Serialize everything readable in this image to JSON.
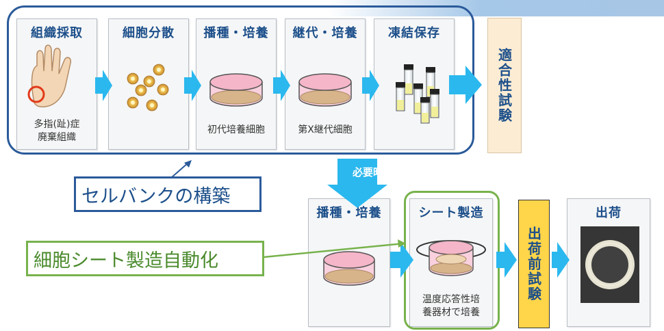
{
  "cellbank": {
    "label": "セルバンクの構築",
    "steps": [
      {
        "title": "組織採取",
        "caption_lines": [
          "多指(趾)症",
          "廃棄組織"
        ]
      },
      {
        "title": "細胞分散",
        "caption_lines": []
      },
      {
        "title": "播種・培養",
        "caption_lines": [
          "初代培養細胞"
        ]
      },
      {
        "title": "継代・培養",
        "caption_lines": [
          "第X継代細胞"
        ]
      },
      {
        "title": "凍結保存",
        "caption_lines": []
      }
    ],
    "suitability_test": "適合性試験"
  },
  "thaw_label": "必要時に解凍",
  "sheet": {
    "automation_label": "細胞シート製造自動化",
    "steps": [
      {
        "title": "播種・培養",
        "caption_lines": []
      },
      {
        "title": "シート製造",
        "caption_lines": [
          "温度応答性培",
          "養器材で培養"
        ]
      }
    ],
    "preshipment_test": "出荷前試験",
    "shipment": {
      "title": "出荷"
    }
  },
  "colors": {
    "arrow": "#2bb8ee",
    "bank_frame": "#2a5a9a",
    "automation_frame": "#77b24c",
    "title_text": "#1c4f8a",
    "suitability_fill": "#fcecd4",
    "preshipment_fill": "#ffd54a",
    "dish_rim": "#f4b6c8",
    "cell_layer": "#d8b48a"
  },
  "icons": [
    "hand-icon",
    "cells-icon",
    "culture-dish-icon",
    "cryovials-icon",
    "sheet-ring-icon",
    "arrow-right-icon",
    "arrow-down-icon"
  ]
}
